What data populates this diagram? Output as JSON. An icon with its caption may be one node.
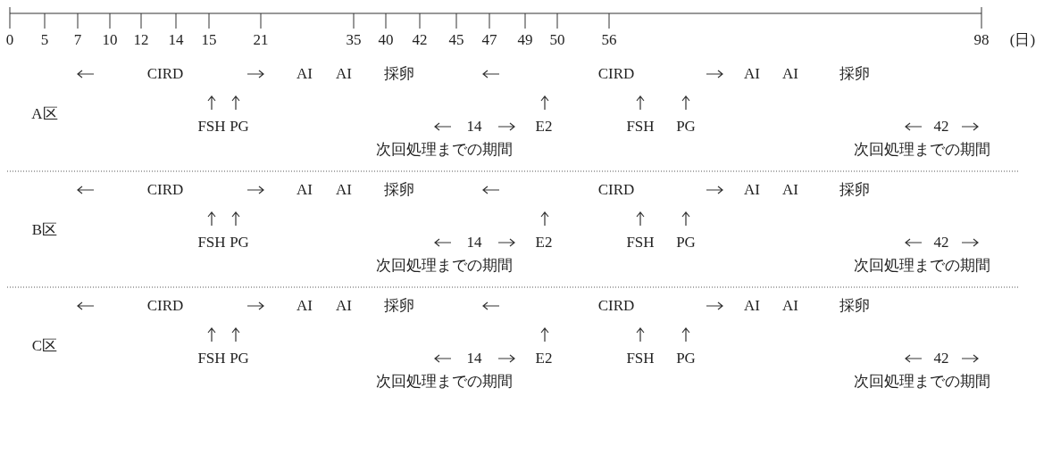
{
  "diagram": {
    "labels": [
      "0",
      "5",
      "7",
      "10",
      "12",
      "14",
      "15",
      "21",
      "35",
      "40",
      "42",
      "45",
      "47",
      "49",
      "50",
      "56",
      "98",
      "(日)",
      "CIRD",
      "AI",
      "AI",
      "採卵",
      "CIRD",
      "AI",
      "AI",
      "採卵",
      "A区",
      "FSH",
      "PG",
      "14",
      "E2",
      "FSH",
      "PG",
      "42",
      "次回処理までの期間",
      "次回処理までの期間",
      "CIRD",
      "AI",
      "AI",
      "採卵",
      "CIRD",
      "AI",
      "AI",
      "採卵",
      "B区",
      "FSH",
      "PG",
      "14",
      "E2",
      "FSH",
      "PG",
      "42",
      "次回処理までの期間",
      "次回処理までの期間",
      "CIRD",
      "AI",
      "AI",
      "採卵",
      "CIRD",
      "AI",
      "AI",
      "採卵",
      "C区",
      "FSH",
      "PG",
      "14",
      "E2",
      "FSH",
      "PG",
      "42",
      "次回処理までの期間",
      "次回処理までの期間"
    ]
  }
}
